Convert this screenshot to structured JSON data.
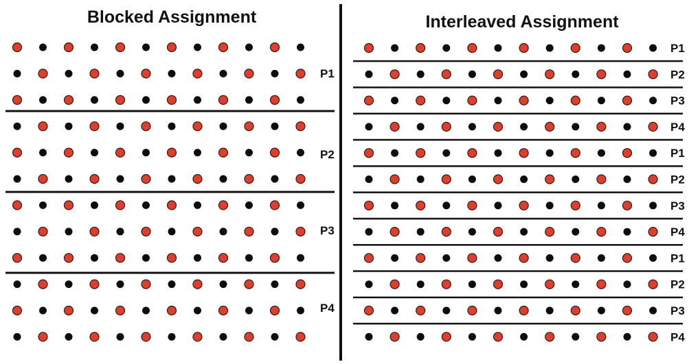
{
  "colors": {
    "red_dot": "#e03e2d",
    "black_dot": "#0d0d0d",
    "dot_outline": "#2a1a14",
    "lines": "#111111",
    "background": "#ffffff"
  },
  "blocked": {
    "title": "Blocked Assignment",
    "rows": 12,
    "cols": 12,
    "groups": [
      {
        "label": "P1",
        "rows": [
          0,
          1,
          2
        ]
      },
      {
        "label": "P2",
        "rows": [
          3,
          4,
          5
        ]
      },
      {
        "label": "P3",
        "rows": [
          6,
          7,
          8
        ]
      },
      {
        "label": "P4",
        "rows": [
          9,
          10,
          11
        ]
      }
    ]
  },
  "interleaved": {
    "title": "Interleaved Assignment",
    "rows": 12,
    "cols": 12,
    "row_labels": [
      "P1",
      "P2",
      "P3",
      "P4",
      "P1",
      "P2",
      "P3",
      "P4",
      "P1",
      "P2",
      "P3",
      "P4"
    ]
  },
  "pattern": "checkerboard: row 0 starts red, alternating red/black per column and per row"
}
